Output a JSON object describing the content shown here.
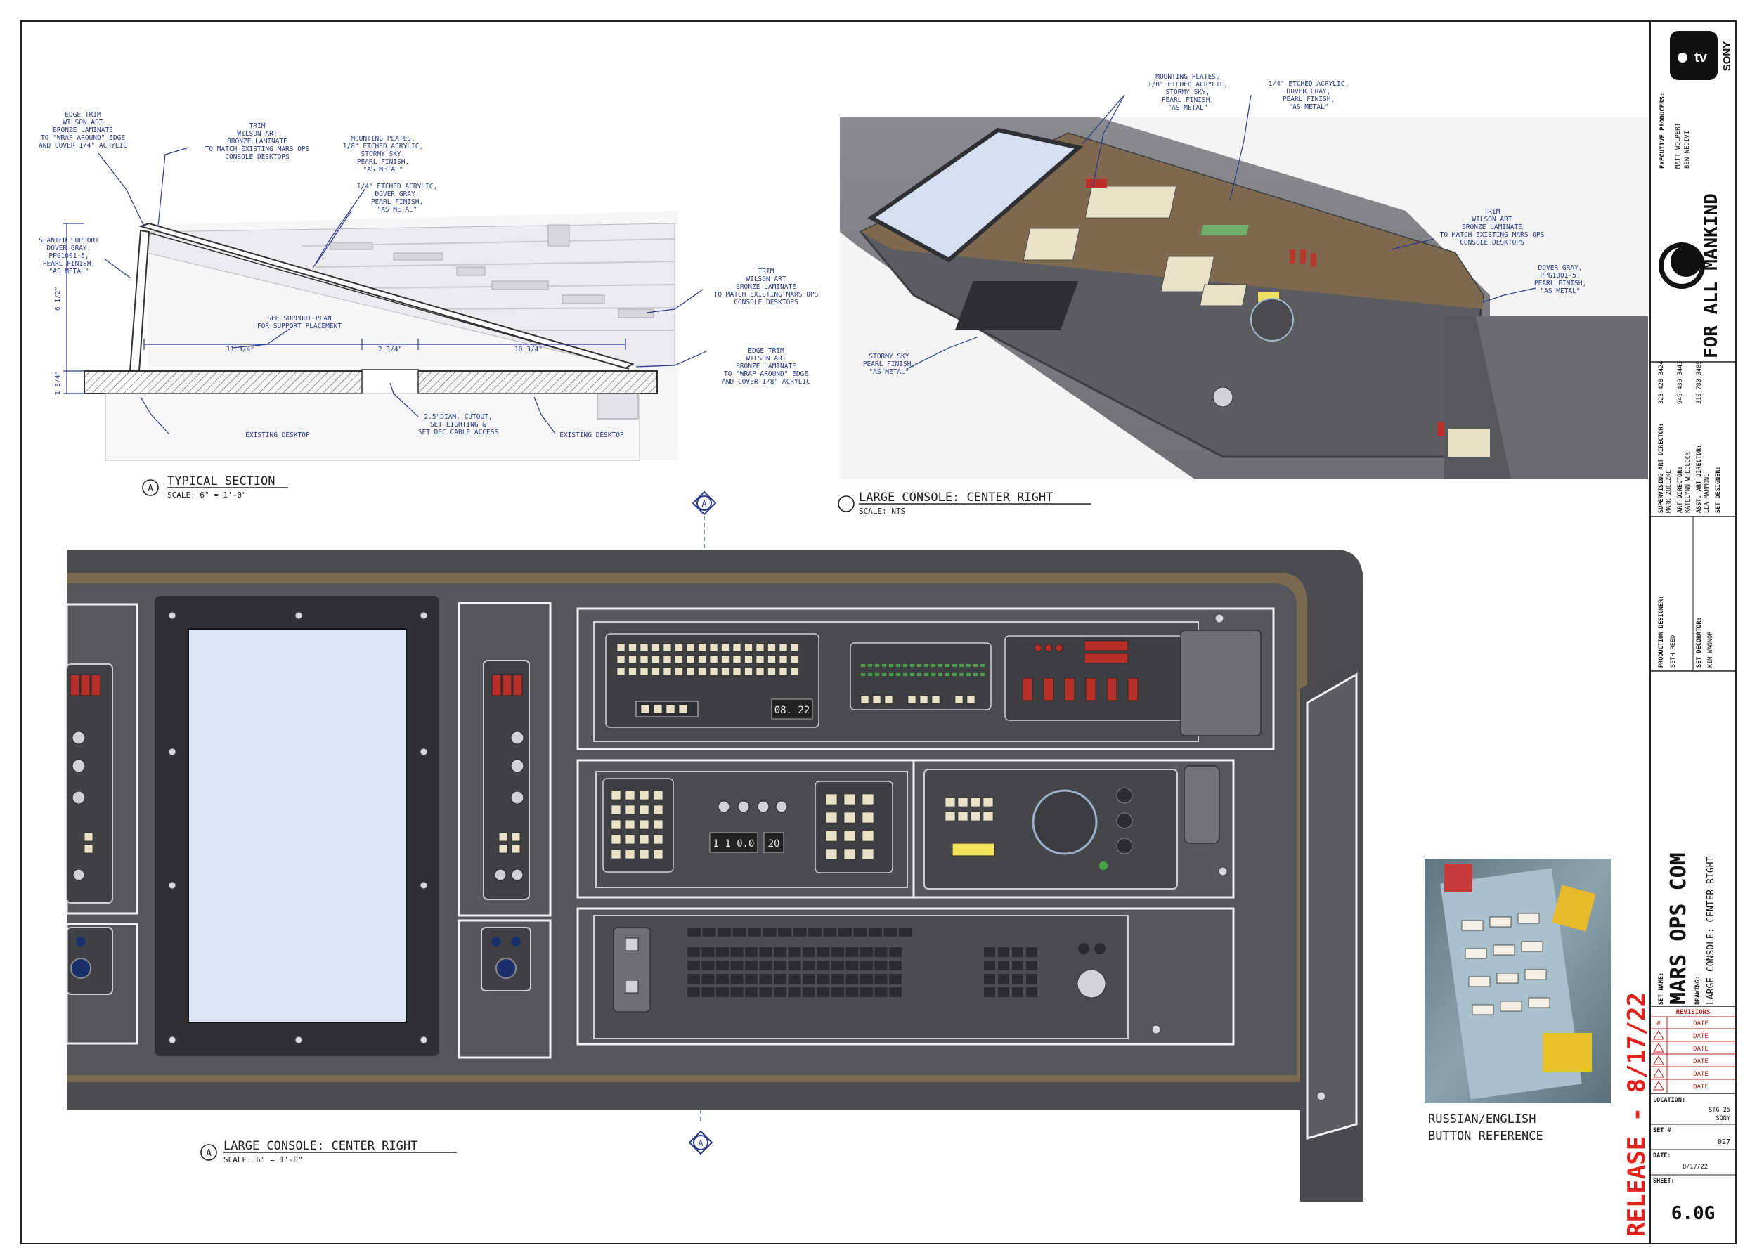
{
  "drawing": {
    "typical_section": {
      "title": "TYPICAL SECTION",
      "bubble": "A",
      "scale": "SCALE: 6\" = 1'-0\"",
      "notes": {
        "edge_trim_top": [
          "EDGE TRIM",
          "WILSON ART",
          "BRONZE LAMINATE",
          "TO \"WRAP AROUND\" EDGE",
          "AND COVER 1/4\" ACRYLIC"
        ],
        "trim_top": [
          "TRIM",
          "WILSON ART",
          "BRONZE LAMINATE",
          "TO MATCH EXISTING MARS OPS",
          "CONSOLE DESKTOPS"
        ],
        "mounting_plates": [
          "MOUNTING PLATES,",
          "1/8\" ETCHED ACRYLIC,",
          "STORMY SKY,",
          "PEARL FINISH,",
          "\"AS METAL\""
        ],
        "quarter_acrylic": [
          "1/4\" ETCHED ACRYLIC,",
          "DOVER GRAY,",
          "PEARL FINISH,",
          "\"AS METAL\""
        ],
        "slanted_support": [
          "SLANTED SUPPORT",
          "DOVER GRAY,",
          "PPG1001-5,",
          "PEARL FINISH,",
          "\"AS METAL\""
        ],
        "support_plan": [
          "SEE SUPPORT PLAN",
          "FOR SUPPORT PLACEMENT"
        ],
        "trim_right": [
          "TRIM",
          "WILSON ART",
          "BRONZE LAMINATE",
          "TO MATCH EXISTING MARS OPS",
          "CONSOLE DESKTOPS"
        ],
        "edge_trim_right": [
          "EDGE TRIM",
          "WILSON ART",
          "BRONZE LAMINATE",
          "TO \"WRAP AROUND\" EDGE",
          "AND COVER 1/8\" ACRYLIC"
        ],
        "cutout": [
          "2.5\"DIAM. CUTOUT,",
          "SET LIGHTING &",
          "SET DEC CABLE ACCESS"
        ],
        "existing_desktop_left": "EXISTING DESKTOP",
        "existing_desktop_right": "EXISTING DESKTOP"
      },
      "dims": {
        "left": "11 3/4\"",
        "mid": "2 3/4\"",
        "right": "10 3/4\"",
        "height": "6 1/2\"",
        "thick": "1 3/4\""
      }
    },
    "render": {
      "title": "LARGE CONSOLE: CENTER RIGHT",
      "bubble": "-",
      "scale": "SCALE: NTS",
      "notes": {
        "mounting_plates": [
          "MOUNTING PLATES,",
          "1/8\" ETCHED ACRYLIC,",
          "STORMY SKY,",
          "PEARL FINISH,",
          "\"AS METAL\""
        ],
        "quarter_acrylic": [
          "1/4\" ETCHED ACRYLIC,",
          "DOVER GRAY,",
          "PEARL FINISH,",
          "\"AS METAL\""
        ],
        "trim": [
          "TRIM",
          "WILSON ART",
          "BRONZE LAMINATE",
          "TO MATCH EXISTING MARS OPS",
          "CONSOLE DESKTOPS"
        ],
        "dover_gray": [
          "DOVER GRAY,",
          "PPG1001-5,",
          "PEARL FINISH,",
          "\"AS METAL\""
        ],
        "stormy_sky": [
          "STORMY SKY",
          "PEARL FINISH,",
          "\"AS METAL\""
        ]
      }
    },
    "elevation": {
      "title": "LARGE CONSOLE: CENTER RIGHT",
      "bubble": "A",
      "scale": "SCALE: 6\" = 1'-0\"",
      "section_marker": "A",
      "readout_1": "08. 22",
      "readout_2": "1 1 0.0",
      "readout_3": "20"
    },
    "reference": {
      "caption_1": "RUSSIAN/ENGLISH",
      "caption_2": "BUTTON REFERENCE"
    },
    "release_stamp": "RELEASE - 8/17/22"
  },
  "title_block": {
    "logo_label": "tv",
    "studio": "SONY",
    "exec_producers_label": "EXECUTIVE PRODUCERS:",
    "exec_producers": [
      "MATT WOLPERT",
      "BEN NEDIVI"
    ],
    "show": "FOR ALL MANKIND",
    "credits": [
      {
        "role": "SUPERVISING ART DIRECTOR:",
        "name": "MARK ZUELZKE",
        "phone": "323-428-3424"
      },
      {
        "role": "ART DIRECTOR:",
        "name": "KATELYNN WHEELOCK",
        "phone": "949-439-3443"
      },
      {
        "role": "ASST. ART DIRECTOR:",
        "name": "LEA MAMMONE",
        "phone": "310-780-3489"
      },
      {
        "role": "SET DESIGNER:",
        "name": "",
        "phone": ""
      }
    ],
    "production_designer_label": "PRODUCTION DESIGNER:",
    "production_designer": "SETH REED",
    "set_decorator_label": "SET DECORATOR:",
    "set_decorator": "KIM WANNOP",
    "set_name_label": "SET NAME:",
    "set_name": "MARS OPS COM",
    "drawing_label": "DRAWING:",
    "drawing_name": "LARGE CONSOLE: CENTER RIGHT",
    "revisions_label": "REVISIONS",
    "revisions_header": {
      "num": "#",
      "date": "DATE"
    },
    "revisions": [
      "DATE",
      "DATE",
      "DATE",
      "DATE",
      "DATE"
    ],
    "location_label": "LOCATION:",
    "location": [
      "STG 25",
      "SONY"
    ],
    "set_num_label": "SET #",
    "set_num": "027",
    "date_label": "DATE:",
    "date": "8/17/22",
    "sheet_label": "SHEET:",
    "sheet": "6.0G"
  },
  "colors": {
    "annotation": "#2a3a8c",
    "console_gray": "#4f5052",
    "console_dark": "#3a3b3d",
    "bronze": "#7a6a52",
    "screen": "#dde6f6",
    "release_red": "#e0221c",
    "revision_red": "#c0201c"
  }
}
